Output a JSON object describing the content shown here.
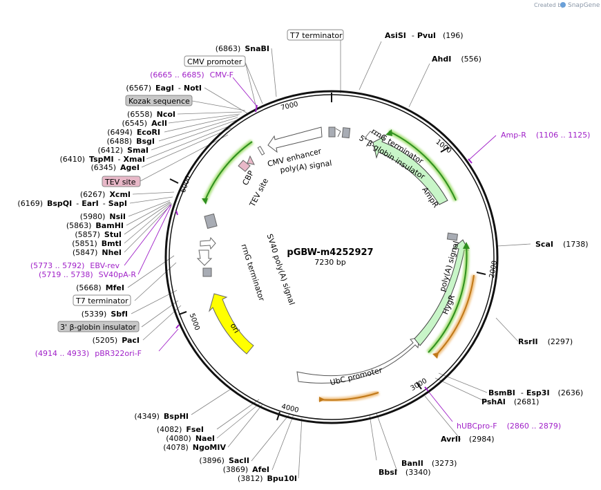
{
  "branding": {
    "created_by": "Created by",
    "product": "SnapGene"
  },
  "plasmid": {
    "name": "pGBW-m4252927",
    "length": "7230 bp"
  },
  "site_labels": [
    {
      "pos": "(6863)",
      "name": "SnaBI"
    },
    {
      "pos": "(6567)",
      "name": "EagI",
      "name2": "NotI"
    },
    {
      "pos": "(6558)",
      "name": "NcoI"
    },
    {
      "pos": "(6545)",
      "name": "AclI"
    },
    {
      "pos": "(6494)",
      "name": "EcoRI"
    },
    {
      "pos": "(6488)",
      "name": "BsgI"
    },
    {
      "pos": "(6412)",
      "name": "SmaI"
    },
    {
      "pos": "(6410)",
      "name": "TspMI",
      "name2": "XmaI"
    },
    {
      "pos": "(6345)",
      "name": "AgeI"
    },
    {
      "pos": "(6267)",
      "name": "XcmI"
    },
    {
      "pos": "(6169)",
      "name": "BspQI",
      "name2": "EarI",
      "name3": "SapI"
    },
    {
      "pos": "(5980)",
      "name": "NsiI"
    },
    {
      "pos": "(5863)",
      "name": "BamHI"
    },
    {
      "pos": "(5857)",
      "name": "StuI"
    },
    {
      "pos": "(5851)",
      "name": "BmtI"
    },
    {
      "pos": "(5847)",
      "name": "NheI"
    },
    {
      "pos": "(5668)",
      "name": "MfeI"
    },
    {
      "pos": "(5339)",
      "name": "SbfI"
    },
    {
      "pos": "(5205)",
      "name": "PacI"
    },
    {
      "pos": "(4349)",
      "name": "BspHI"
    },
    {
      "pos": "(4082)",
      "name": "FseI"
    },
    {
      "pos": "(4080)",
      "name": "NaeI"
    },
    {
      "pos": "(4078)",
      "name": "NgoMIV"
    },
    {
      "pos": "(3896)",
      "name": "SacII"
    },
    {
      "pos": "(3869)",
      "name": "AfeI"
    },
    {
      "pos": "(3812)",
      "name": "Bpu10I"
    },
    {
      "name": "AsiSI",
      "name2": "PvuI",
      "pos": "(196)"
    },
    {
      "name": "AhdI",
      "pos": "(556)"
    },
    {
      "name": "ScaI",
      "pos": "(1738)"
    },
    {
      "name": "RsrII",
      "pos": "(2297)"
    },
    {
      "name": "BsmBI",
      "name2": "Esp3I",
      "pos": "(2636)"
    },
    {
      "name": "PshAI",
      "pos": "(2681)"
    },
    {
      "name": "AvrII",
      "pos": "(2984)"
    },
    {
      "name": "BanII",
      "pos": "(3273)"
    },
    {
      "name": "BbsI",
      "pos": "(3340)"
    }
  ],
  "primer_labels": [
    {
      "range": "(6665 .. 6685)",
      "name": "CMV-F"
    },
    {
      "range": "(5773 .. 5792)",
      "name": "EBV-rev"
    },
    {
      "range": "(5719 .. 5738)",
      "name": "SV40pA-R"
    },
    {
      "range": "(4914 .. 4933)",
      "name": "pBR322ori-F"
    },
    {
      "name": "Amp-R",
      "range": "(1106 .. 1125)"
    },
    {
      "name": "hUBCpro-F",
      "range": "(2860 .. 2879)"
    }
  ],
  "boxed_labels": [
    {
      "text": "T7 terminator"
    },
    {
      "text": "CMV promoter"
    },
    {
      "text": "Kozak sequence"
    },
    {
      "text": "TEV site"
    },
    {
      "text": "T7 terminator"
    },
    {
      "text": "3' β-globin insulator"
    }
  ],
  "feature_labels": [
    "CMV enhancer",
    "poly(A) signal",
    "rrnG terminator",
    "5' β-globin insulator",
    "AmpR",
    "CBP",
    "TEV site",
    "SV40 poly(A) signal",
    "rrnG terminator",
    "poly(A) signal",
    "HygR",
    "ori",
    "UbC promoter"
  ],
  "ticks": [
    "1000",
    "2000",
    "3000",
    "4000",
    "5000",
    "6000",
    "7000"
  ],
  "colors": {
    "primer": "#a020c8",
    "ampr_fill": "#c8f5c8",
    "hygr_fill": "#c8f5c8",
    "ori_fill": "#ffff00",
    "orf_green": "#2f8f1f",
    "orf_orange": "#c07818",
    "tev_fill": "#e8b8c8",
    "kozak_fill": "#c8c8c8",
    "terminator_fill": "#a8acb4"
  }
}
